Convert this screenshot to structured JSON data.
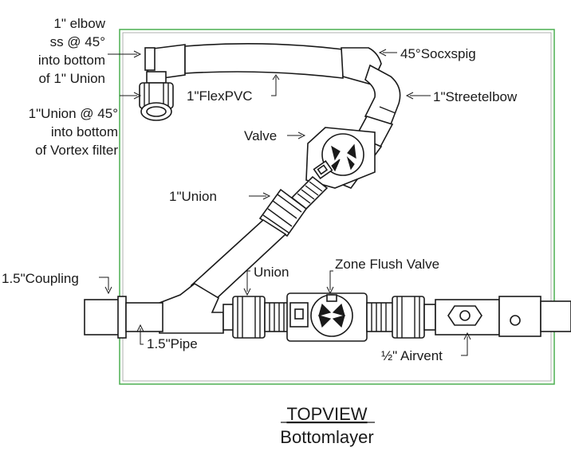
{
  "diagram": {
    "frame_color": "#4caf50",
    "labels": {
      "elbow_line1": "1\" elbow",
      "elbow_line2": "ss @ 45°",
      "elbow_line3": "into bottom",
      "elbow_line4": "of 1\" Union",
      "union45_line1": "1\"Union @ 45°",
      "union45_line2": "into bottom",
      "union45_line3": "of Vortex filter",
      "flexpvc": "1\"FlexPVC",
      "socxspig": "45°Socxspig",
      "streetelbow": "1\"Streetelbow",
      "valve": "Valve",
      "union_1in": "1\"Union",
      "coupling": "1.5\"Coupling",
      "union": "Union",
      "zone_flush_valve": "Zone Flush Valve",
      "pipe": "1.5\"Pipe",
      "airvent": "½\" Airvent"
    },
    "caption": {
      "title": "TOPVIEW",
      "subtitle": "Bottomlayer"
    }
  }
}
